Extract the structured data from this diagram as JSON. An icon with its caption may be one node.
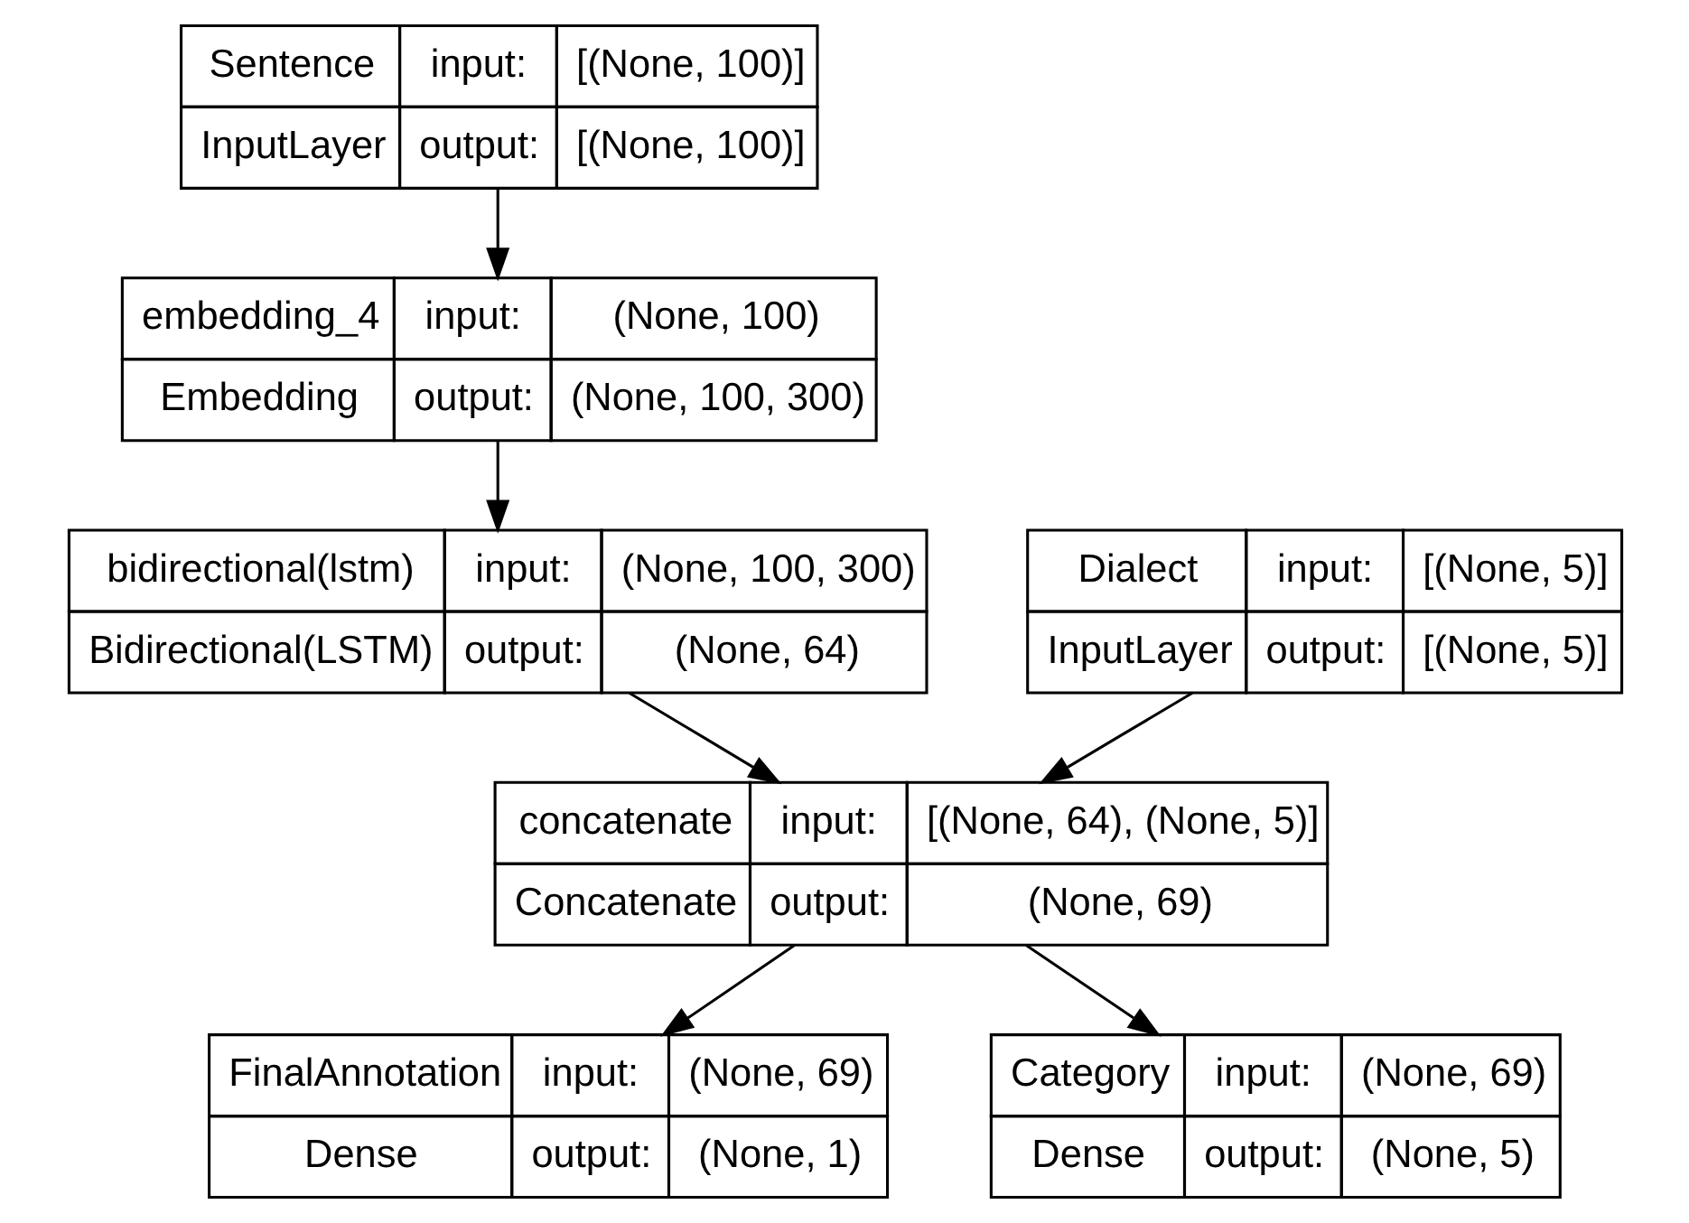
{
  "diagram": {
    "nodes": [
      {
        "text": [
          "Sentence",
          "input:",
          "[(None, 100)]",
          "InputLayer",
          "output:",
          "[(None, 100)]"
        ]
      },
      {
        "text": [
          "embedding_4",
          "input:",
          "(None, 100)",
          "Embedding",
          "output:",
          "(None, 100, 300)"
        ]
      },
      {
        "text": [
          "bidirectional(lstm)",
          "input:",
          "(None, 100, 300)",
          "Bidirectional(LSTM)",
          "output:",
          "(None, 64)"
        ]
      },
      {
        "text": [
          "Dialect",
          "input:",
          "[(None, 5)]",
          "InputLayer",
          "output:",
          "[(None, 5)]"
        ]
      },
      {
        "text": [
          "concatenate",
          "input:",
          "[(None, 64), (None, 5)]",
          "Concatenate",
          "output:",
          "(None, 69)"
        ]
      },
      {
        "text": [
          "FinalAnnotation",
          "input:",
          "(None, 69)",
          "Dense",
          "output:",
          "(None, 1)"
        ]
      },
      {
        "text": [
          "Category",
          "input:",
          "(None, 69)",
          "Dense",
          "output:",
          "(None, 5)"
        ]
      }
    ],
    "edges": [
      {
        "from": 0,
        "to": 1,
        "arrow": "to"
      },
      {
        "from": 1,
        "to": 2,
        "arrow": "to"
      },
      {
        "from": 2,
        "to": 4,
        "arrow": "to"
      },
      {
        "from": 3,
        "to": 4,
        "arrow": "to"
      },
      {
        "from": 4,
        "to": 5,
        "arrow": "to"
      },
      {
        "from": 4,
        "to": 6,
        "arrow": "to"
      }
    ]
  }
}
